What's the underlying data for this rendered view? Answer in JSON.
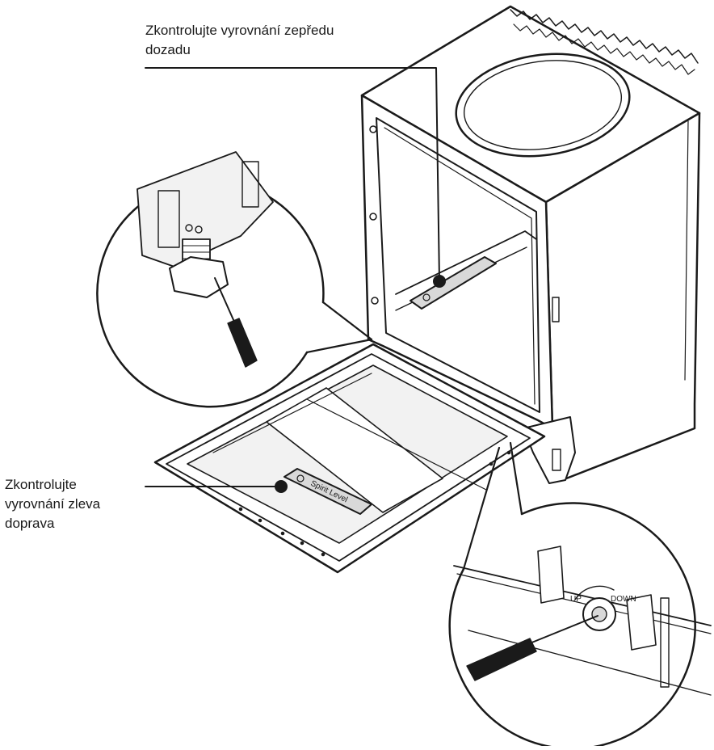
{
  "callouts": {
    "front_back": {
      "line1": "Zkontrolujte vyrovnání zepředu",
      "line2": "dozadu"
    },
    "left_right": {
      "line1": "Zkontrolujte",
      "line2": "vyrovnání zleva",
      "line3": "doprava"
    }
  },
  "figure": {
    "spirit_level_text": "Spirit Level",
    "adjuster_up": "UP",
    "adjuster_down": "DOWN"
  },
  "colors": {
    "ink": "#1a1a1a",
    "background": "#ffffff",
    "fill_light": "#f2f2f2",
    "fill_mid": "#d9d9d9"
  }
}
